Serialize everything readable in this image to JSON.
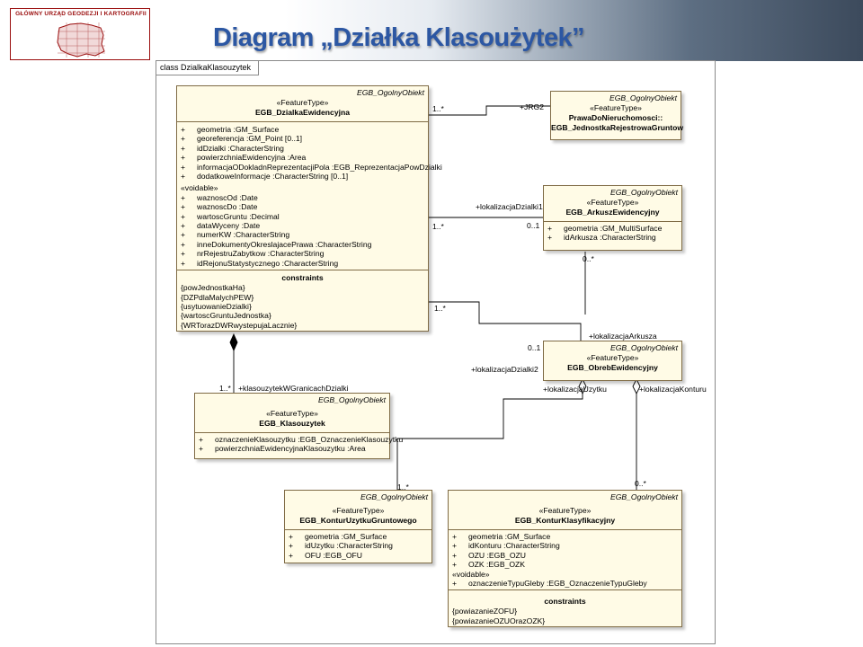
{
  "header": {
    "logo_text": "GŁÓWNY URZĄD GEODEZJI I KARTOGRAFII",
    "title": "Diagram „Działka Klasoużytek”"
  },
  "frame": {
    "title": "class DzialkaKlasouzytek"
  },
  "classes": {
    "dzialka": {
      "parent": "EGB_OgolnyObiekt",
      "stereotype": "«FeatureType»",
      "name": "EGB_DzialkaEwidencyjna",
      "attributes": [
        {
          "vis": "+",
          "text": "geometria  :GM_Surface"
        },
        {
          "vis": "+",
          "text": "georeferencja  :GM_Point [0..1]"
        },
        {
          "vis": "+",
          "text": "idDzialki  :CharacterString"
        },
        {
          "vis": "+",
          "text": "powierzchniaEwidencyjna  :Area"
        },
        {
          "vis": "+",
          "text": "informacjaODokladnReprezentacjiPola  :EGB_ReprezentacjaPowDzialki"
        },
        {
          "vis": "+",
          "text": "dodatkoweInformacje  :CharacterString [0..1]"
        }
      ],
      "voidable_label": "«voidable»",
      "voidable_attributes": [
        {
          "vis": "+",
          "text": "waznoscOd  :Date"
        },
        {
          "vis": "+",
          "text": "waznoscDo  :Date"
        },
        {
          "vis": "+",
          "text": "wartoscGruntu  :Decimal"
        },
        {
          "vis": "+",
          "text": "dataWyceny  :Date"
        },
        {
          "vis": "+",
          "text": "numerKW  :CharacterString"
        },
        {
          "vis": "+",
          "text": "inneDokumentyOkreslajacePrawa  :CharacterString"
        },
        {
          "vis": "+",
          "text": "nrRejestruZabytkow  :CharacterString"
        },
        {
          "vis": "+",
          "text": "idRejonuStatystycznego  :CharacterString"
        }
      ],
      "constraints_title": "constraints",
      "constraints": [
        "{powJednostkaHa}",
        "{DZPdlaMalychPEW}",
        "{usytuowanieDzialki}",
        "{wartoscGruntuJednostka}",
        "{WRTorazDWRwystepujaLacznie}"
      ]
    },
    "prawa": {
      "parent": "EGB_OgolnyObiekt",
      "stereotype": "«FeatureType»",
      "name": "PrawaDoNieruchomosci::",
      "name2": "EGB_JednostkaRejestrowaGruntow"
    },
    "arkusz": {
      "parent": "EGB_OgolnyObiekt",
      "stereotype": "«FeatureType»",
      "name": "EGB_ArkuszEwidencyjny",
      "attributes": [
        {
          "vis": "+",
          "text": "geometria  :GM_MultiSurface"
        },
        {
          "vis": "+",
          "text": "idArkusza  :CharacterString"
        }
      ]
    },
    "obreb": {
      "parent": "EGB_OgolnyObiekt",
      "stereotype": "«FeatureType»",
      "name": "EGB_ObrebEwidencyjny"
    },
    "klasouzytek": {
      "parent": "EGB_OgolnyObiekt",
      "stereotype": "«FeatureType»",
      "name": "EGB_Klasouzytek",
      "attributes": [
        {
          "vis": "+",
          "text": "oznaczenieKlasouzytku  :EGB_OznaczenieKlasouzytku"
        },
        {
          "vis": "+",
          "text": "powierzchniaEwidencyjnaKlasouzytku  :Area"
        }
      ]
    },
    "konturUzytku": {
      "parent": "EGB_OgolnyObiekt",
      "stereotype": "«FeatureType»",
      "name": "EGB_KonturUzytkuGruntowego",
      "attributes": [
        {
          "vis": "+",
          "text": "geometria  :GM_Surface"
        },
        {
          "vis": "+",
          "text": "idUzytku  :CharacterString"
        },
        {
          "vis": "+",
          "text": "OFU  :EGB_OFU"
        }
      ]
    },
    "konturKlas": {
      "parent": "EGB_OgolnyObiekt",
      "stereotype": "«FeatureType»",
      "name": "EGB_KonturKlasyfikacyjny",
      "attributes": [
        {
          "vis": "+",
          "text": "geometria  :GM_Surface"
        },
        {
          "vis": "+",
          "text": "idKonturu  :CharacterString"
        },
        {
          "vis": "+",
          "text": "OZU  :EGB_OZU"
        },
        {
          "vis": "+",
          "text": "OZK  :EGB_OZK"
        }
      ],
      "voidable_label": "«voidable»",
      "voidable_attributes": [
        {
          "vis": "+",
          "text": "oznaczenieTypuGleby  :EGB_OznaczenieTypuGleby"
        }
      ],
      "constraints_title": "constraints",
      "constraints": [
        "{powiazanieZOFU}",
        "{powiazanieOZUOrazOZK}"
      ]
    }
  },
  "labels": {
    "m1": "1..*",
    "jrg2": "+JRG2",
    "lokDz1": "+lokalizacjaDzialki1",
    "m2": "1..*",
    "m3": "0..1",
    "m4": "0..*",
    "m5": "1..*",
    "lokArk": "+lokalizacjaArkusza",
    "m6": "0..1",
    "lokDz2": "+lokalizacjaDzialki2",
    "m7": "1..*",
    "klasGran": "+klasouzytekWGranicachDzialki",
    "lokUz": "+lokalizacjaUzytku",
    "lokKont": "+lokalizacjaKonturu",
    "m8": "1..*",
    "m9": "0..*"
  }
}
